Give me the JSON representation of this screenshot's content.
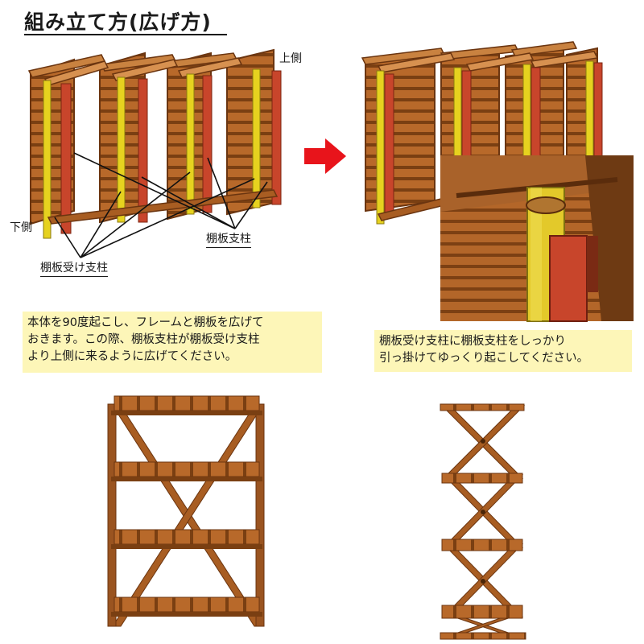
{
  "title": "組み立て方(広げ方)",
  "labels": {
    "upper_side": "上側",
    "lower_side": "下側",
    "shelf_support_post": "棚板支柱",
    "shelf_receiver_post": "棚板受け支柱"
  },
  "notes": {
    "left": [
      "本体を90度起こし、フレームと棚板を広げて",
      "おきます。この際、棚板支柱が棚板受け支柱",
      "より上側に来るように広げてください。"
    ],
    "right": [
      "棚板受け支柱に棚板支柱をしっかり",
      "引っ掛けてゆっくり起こしてください。"
    ]
  },
  "icons": {
    "next_step_arrow": "right-arrow-icon"
  },
  "colors": {
    "wood": "#a85d22",
    "wood_dark": "#7a3f12",
    "wood_light": "#c98240",
    "receiver_post": "#e6d21f",
    "support_post": "#c8452b",
    "arrow": "#e8141b",
    "note_bg": "#fdf6b8"
  }
}
